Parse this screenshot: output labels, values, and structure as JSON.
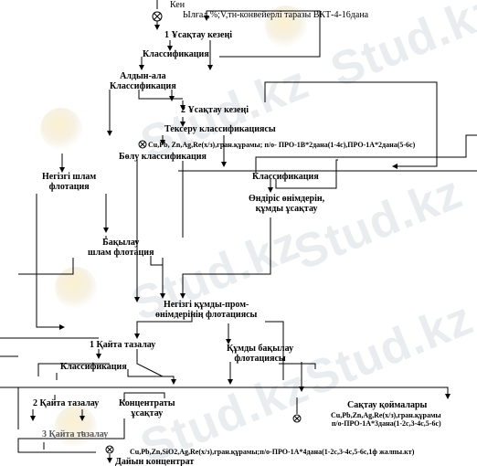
{
  "watermark": {
    "text": "Stud.kz"
  },
  "labels": {
    "ore": "Кен",
    "ore_info": "Ылғал,%;V,тн-конвейерлі таразы ВКТ-4-16дана",
    "crush1": "1 Ұсақтау кезеңі",
    "classif1": "Классификация",
    "prelim_classif": "Алдын-ала\nКлассификация",
    "crush2": "2 Ұсақтау кезеңі",
    "check_classif": "Тексеру классификациясы",
    "measure1": "Cu,Pb, Zn,Ag,Re(х/з),гран.құрамы; п/о- ПРО-1В*2дана(1-4с),ПРО-1А*2дана(5-6с)",
    "split_classif": "Бөлу классификация",
    "main_slime": "Негізгі шлам\nфлотация",
    "classif2": "Классификация",
    "industrial_grind": "Өндіріс өнімдерін,\nқұмды ұсақтау",
    "control_slime": "Бақылау\nшлам флотация",
    "main_sand": "Негізгі құмды-пром-\nөнімдерінің флотациясы",
    "sand_control": "Құмды бақылау\nфлотациясы",
    "reclean1": "1   Қайта тазалау",
    "classif3": "Классификация",
    "reclean2": "2 Қайта тазалау",
    "concentrate_grind": "Концентраты\nұсақтау",
    "storage": "Сақтау қоймалары",
    "measure2": "Cu,Pb,Zn,Ag,Re(х/з),гран.құрамы\nп/о-ПРО-1А*3дана(1-2с,3-4с,5-6с)",
    "reclean3": "3 Қайта тазалау",
    "measure3": "Cu,Pb,Zn,SiO2,Ag,Re(х/з),гран.құрамы;п/о-ПРО-1А*4дана(1-2с,3-4с,5-6с,1ф жалпы.кт)",
    "final_conc": "Дайын концентрат"
  }
}
